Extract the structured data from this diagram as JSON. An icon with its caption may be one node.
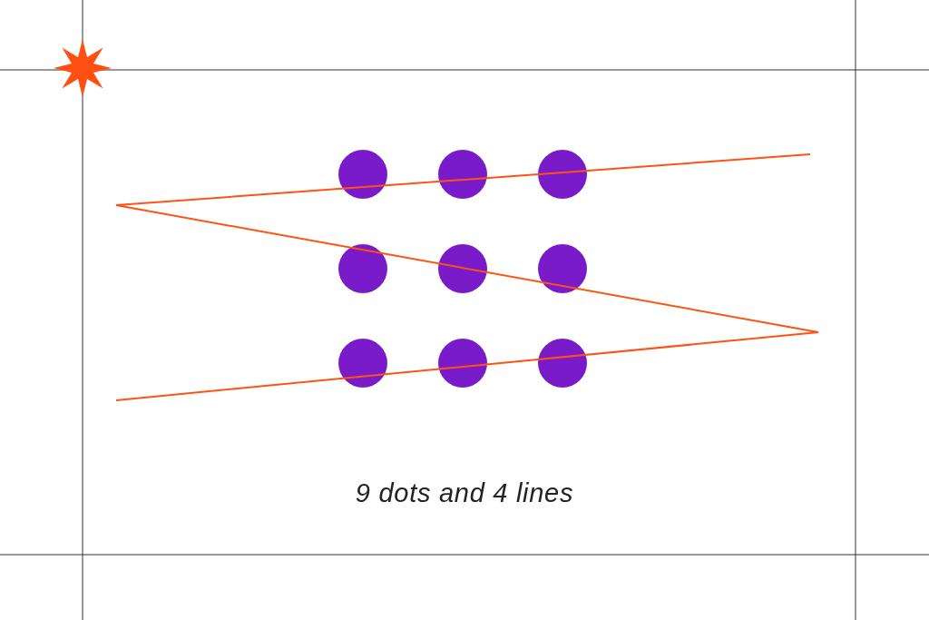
{
  "diagram": {
    "caption": "9 dots and 4 lines",
    "nodes": [
      {
        "text": [],
        "shape": "circle"
      },
      {
        "text": [],
        "shape": "circle"
      },
      {
        "text": [],
        "shape": "circle"
      },
      {
        "text": [],
        "shape": "circle"
      },
      {
        "text": [],
        "shape": "circle"
      },
      {
        "text": [],
        "shape": "circle"
      },
      {
        "text": [],
        "shape": "circle"
      },
      {
        "text": [],
        "shape": "circle"
      },
      {
        "text": [],
        "shape": "circle"
      }
    ]
  }
}
